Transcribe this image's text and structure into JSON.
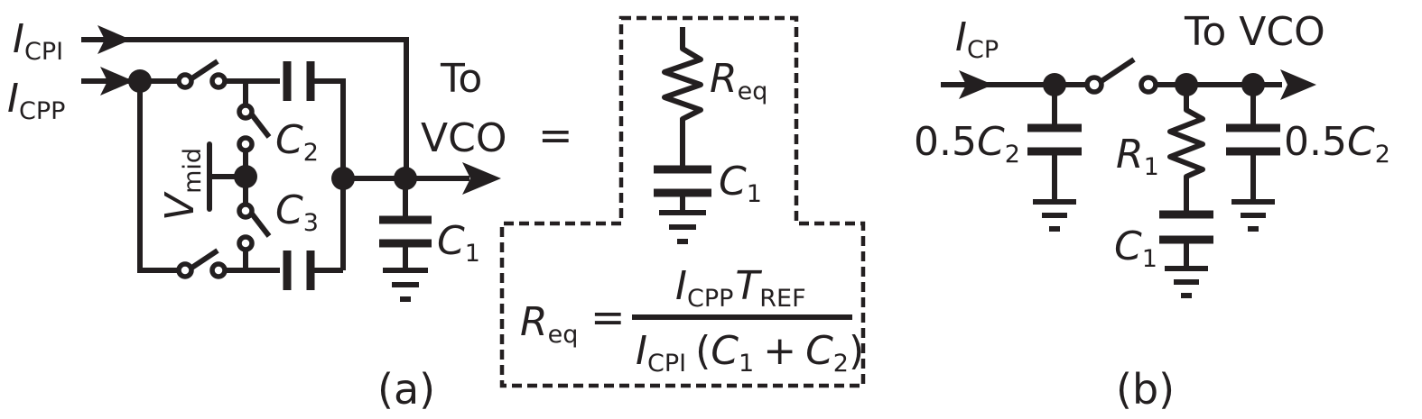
{
  "panel_a": {
    "caption": "(a)",
    "inputs": [
      {
        "symbol": "I",
        "subscript": "CPI"
      },
      {
        "symbol": "I",
        "subscript": "CPP"
      }
    ],
    "vmid": {
      "symbol": "V",
      "subscript": "mid"
    },
    "capacitors": [
      {
        "symbol": "C",
        "subscript": "2"
      },
      {
        "symbol": "C",
        "subscript": "3"
      },
      {
        "symbol": "C",
        "subscript": "1"
      }
    ],
    "output": {
      "line1": "To",
      "line2": "VCO"
    },
    "equals": "=",
    "equivalent": {
      "resistor": {
        "symbol": "R",
        "subscript": "eq"
      },
      "capacitor": {
        "symbol": "C",
        "subscript": "1"
      },
      "formula": {
        "lhs_symbol": "R",
        "lhs_subscript": "eq",
        "eq": "=",
        "num_i": "I",
        "num_i_sub": "CPP",
        "num_t": "T",
        "num_t_sub": "REF",
        "den_i": "I",
        "den_i_sub": "CPI",
        "den_open": "(",
        "den_c1": "C",
        "den_c1_sub": "1",
        "den_plus": "+",
        "den_c2": "C",
        "den_c2_sub": "2",
        "den_close": ")"
      }
    }
  },
  "panel_b": {
    "caption": "(b)",
    "input": {
      "symbol": "I",
      "subscript": "CP"
    },
    "output": "To VCO",
    "cap_left": {
      "coef": "0.5",
      "symbol": "C",
      "subscript": "2"
    },
    "cap_right": {
      "coef": "0.5",
      "symbol": "C",
      "subscript": "2"
    },
    "resistor": {
      "symbol": "R",
      "subscript": "1"
    },
    "capacitor": {
      "symbol": "C",
      "subscript": "1"
    }
  }
}
